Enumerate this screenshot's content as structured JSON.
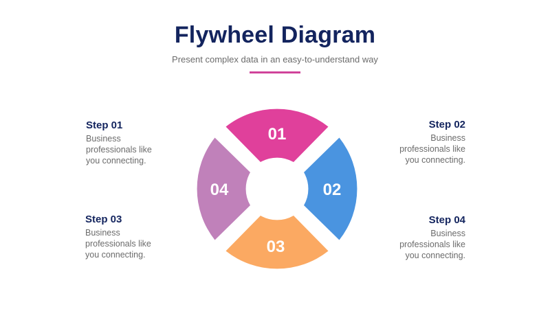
{
  "header": {
    "title": "Flywheel Diagram",
    "subtitle": "Present complex data in an easy-to-understand way",
    "accent_color": "#d0439a"
  },
  "wheel": {
    "segments": [
      {
        "label": "01",
        "position": "top",
        "color": "#e0409b"
      },
      {
        "label": "02",
        "position": "right",
        "color": "#4a94e0"
      },
      {
        "label": "03",
        "position": "bottom",
        "color": "#fba962"
      },
      {
        "label": "04",
        "position": "left",
        "color": "#c081ba"
      }
    ]
  },
  "steps": [
    {
      "title": "Step 01",
      "lines": [
        "Business",
        "professionals like",
        "you connecting."
      ]
    },
    {
      "title": "Step 02",
      "lines": [
        "Business",
        "professionals like",
        "you connecting."
      ]
    },
    {
      "title": "Step 03",
      "lines": [
        "Business",
        "professionals like",
        "you connecting."
      ]
    },
    {
      "title": "Step 04",
      "lines": [
        "Business",
        "professionals like",
        "you connecting."
      ]
    }
  ]
}
